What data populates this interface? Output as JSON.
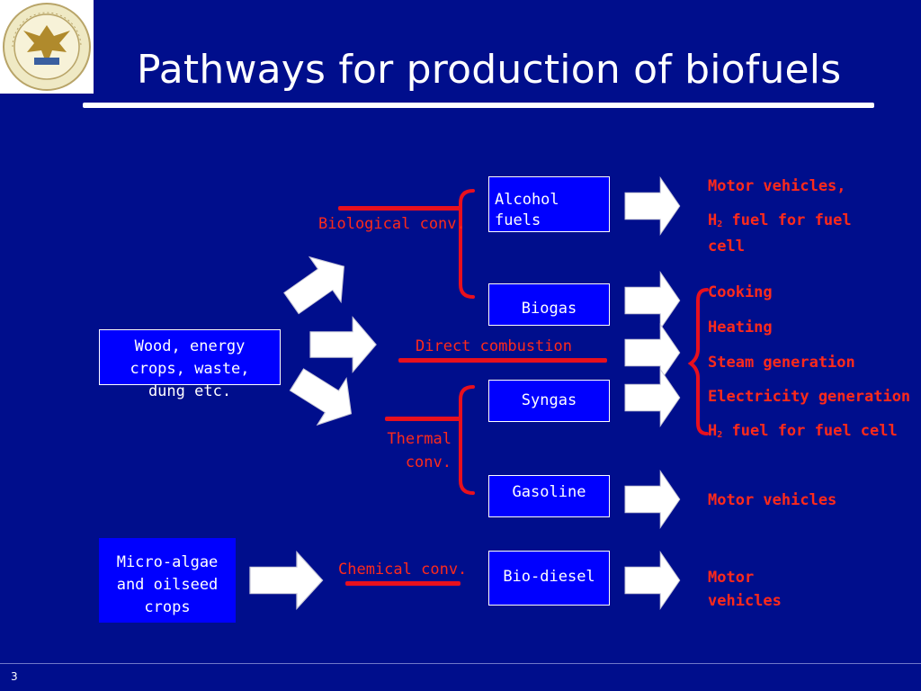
{
  "title": "Pathways for production of biofuels",
  "page_number": "3",
  "colors": {
    "background": "#000e8c",
    "box": "#0000ff",
    "accent_red": "#ff2a1a",
    "line_red": "#e8101e",
    "arrow": "#ffffff"
  },
  "logo": {
    "name": "university-seal-logo"
  },
  "feedstocks": {
    "wood": "Wood, energy crops, waste, dung etc.",
    "algae": "Micro-algae and oilseed crops"
  },
  "conversions": {
    "biological": "Biological conv.",
    "direct": "Direct combustion",
    "thermal": "Thermal conv.",
    "chemical": "Chemical conv."
  },
  "fuels": {
    "alcohol": "Alcohol fuels",
    "biogas": "Biogas",
    "syngas": "Syngas",
    "gasoline": "Gasoline",
    "biodiesel": "Bio-diesel"
  },
  "uses": {
    "alcohol_1": "Motor vehicles,",
    "alcohol_2_prefix": "H",
    "alcohol_2_sub": "2",
    "alcohol_2_suffix": " fuel for fuel cell",
    "cooking": "Cooking",
    "heating": "Heating",
    "steam": "Steam generation",
    "electricity": "Electricity generation",
    "h2_prefix": "H",
    "h2_sub": "2",
    "h2_suffix": " fuel for fuel cell",
    "gasoline": "Motor vehicles",
    "biodiesel": "Motor vehicles"
  }
}
